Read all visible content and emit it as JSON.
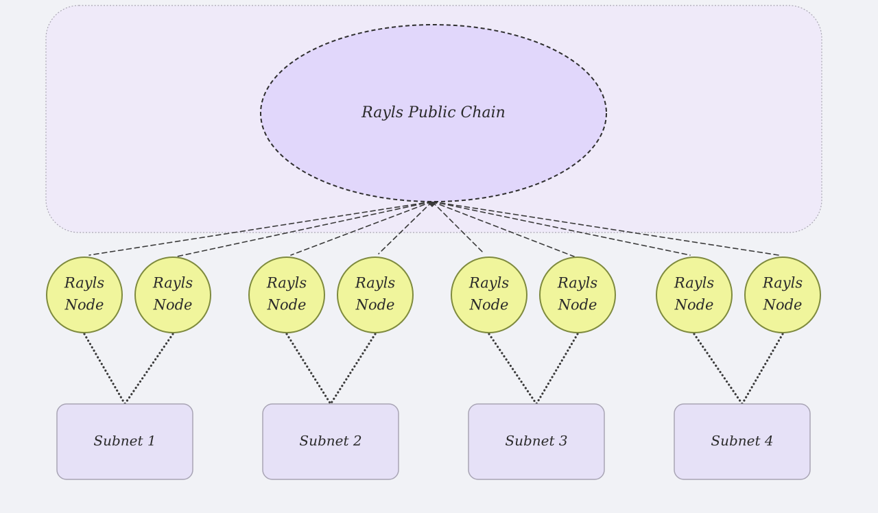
{
  "public_chain": {
    "label": "Rayls Public Chain"
  },
  "node": {
    "line1": "Rayls",
    "line2": "Node"
  },
  "subnets": [
    {
      "label": "Subnet 1"
    },
    {
      "label": "Subnet 2"
    },
    {
      "label": "Subnet 3"
    },
    {
      "label": "Subnet 4"
    }
  ],
  "colors": {
    "background": "#f1f2f6",
    "container_fill": "#efeaf9",
    "chain_fill": "#e1d7fb",
    "node_fill": "#f0f59c",
    "node_stroke": "#7e8a3e",
    "subnet_fill": "#e6e1f7",
    "line": "#3a3a3a"
  }
}
